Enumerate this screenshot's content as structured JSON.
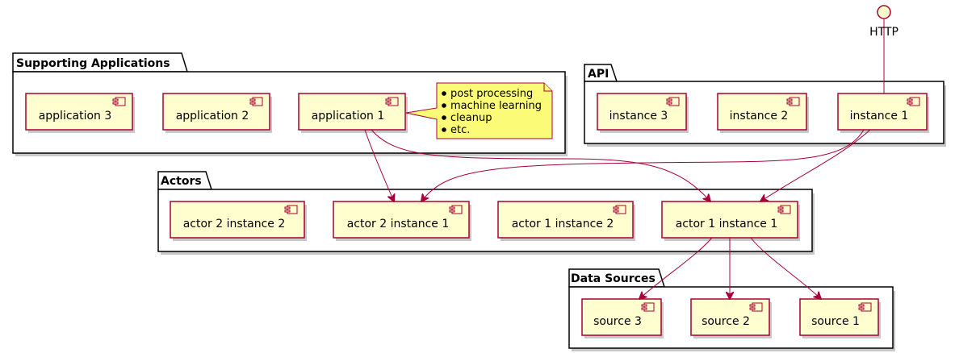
{
  "packages": {
    "supporting": {
      "title": "Supporting Applications"
    },
    "api": {
      "title": "API"
    },
    "actors": {
      "title": "Actors"
    },
    "data_sources": {
      "title": "Data Sources"
    }
  },
  "components": {
    "application_3": "application 3",
    "application_2": "application 2",
    "application_1": "application 1",
    "api_instance_3": "instance 3",
    "api_instance_2": "instance 2",
    "api_instance_1": "instance 1",
    "actor_2_instance_2": "actor 2 instance 2",
    "actor_2_instance_1": "actor 2 instance 1",
    "actor_1_instance_2": "actor 1 instance 2",
    "actor_1_instance_1": "actor 1 instance 1",
    "source_3": "source 3",
    "source_2": "source 2",
    "source_1": "source 1"
  },
  "interface": {
    "label": "HTTP"
  },
  "note": {
    "items": [
      "post processing",
      "machine learning",
      "cleanup",
      "etc."
    ]
  },
  "colors": {
    "component_fill": "#fefece",
    "component_border": "#a80036",
    "note_fill": "#fbfb77",
    "edge": "#a80036"
  }
}
